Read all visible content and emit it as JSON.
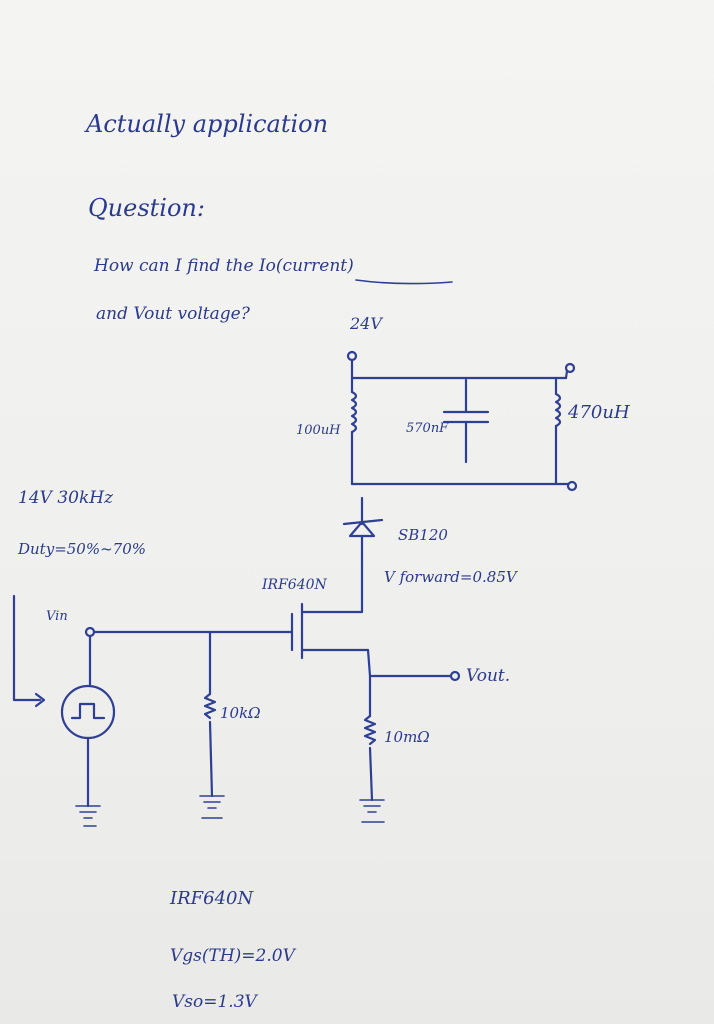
{
  "notes": {
    "heading": "Actually application",
    "question_label": "Question:",
    "question_line1": "How can I find the Io(current)",
    "question_line2": "and Vout voltage?"
  },
  "circuit": {
    "supply_voltage": "24V",
    "inductor_left": "100uH",
    "capacitor": "570nF",
    "inductor_right": "470uH",
    "source_spec": "14V 30kHz",
    "duty": "Duty=50%~70%",
    "input_label": "Vin",
    "mosfet_label": "IRF640N",
    "diode_label": "SB120",
    "diode_forward": "V forward=0.85V",
    "output_label": "Vout.",
    "gate_resistor": "10kΩ",
    "load_resistor": "10mΩ"
  },
  "footer": {
    "part": "IRF640N",
    "vgs": "Vgs(TH)=2.0V",
    "vsd": "Vso=1.3V"
  }
}
